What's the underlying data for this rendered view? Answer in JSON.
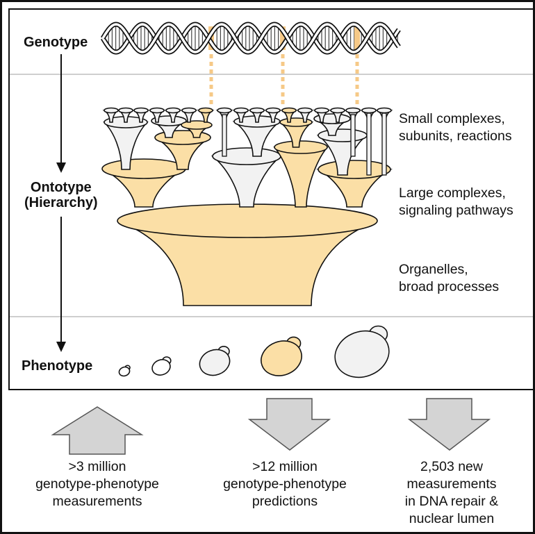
{
  "labels": {
    "genotype": "Genotype",
    "ontotype_line1": "Ontotype",
    "ontotype_line2": "(Hierarchy)",
    "phenotype": "Phenotype"
  },
  "hierarchy_levels": [
    {
      "line1": "Small complexes,",
      "line2": "subunits, reactions"
    },
    {
      "line1": "Large complexes,",
      "line2": "signaling pathways"
    },
    {
      "line1": "Organelles,",
      "line2": "broad processes"
    }
  ],
  "outcomes": [
    {
      "direction": "up",
      "lines": [
        ">3 million",
        "genotype-phenotype",
        "measurements"
      ]
    },
    {
      "direction": "down",
      "lines": [
        ">12 million",
        "genotype-phenotype",
        "predictions"
      ]
    },
    {
      "direction": "down",
      "lines": [
        "2,503 new",
        "measurements",
        "in DNA repair &",
        "nuclear lumen"
      ]
    }
  ],
  "colors": {
    "tan": "#FBDFA6",
    "tan_dark": "#F4C27A",
    "white_fill": "#F2F2F2",
    "highlight": "#F6C987",
    "arrow_fill": "#D4D4D4",
    "divider": "#BDBDBD",
    "outline": "#111111"
  },
  "phenotype_cells": [
    {
      "size": "smallest",
      "highlighted": false
    },
    {
      "size": "small",
      "highlighted": false
    },
    {
      "size": "medium",
      "highlighted": false
    },
    {
      "size": "large",
      "highlighted": true
    },
    {
      "size": "largest",
      "highlighted": false
    }
  ]
}
